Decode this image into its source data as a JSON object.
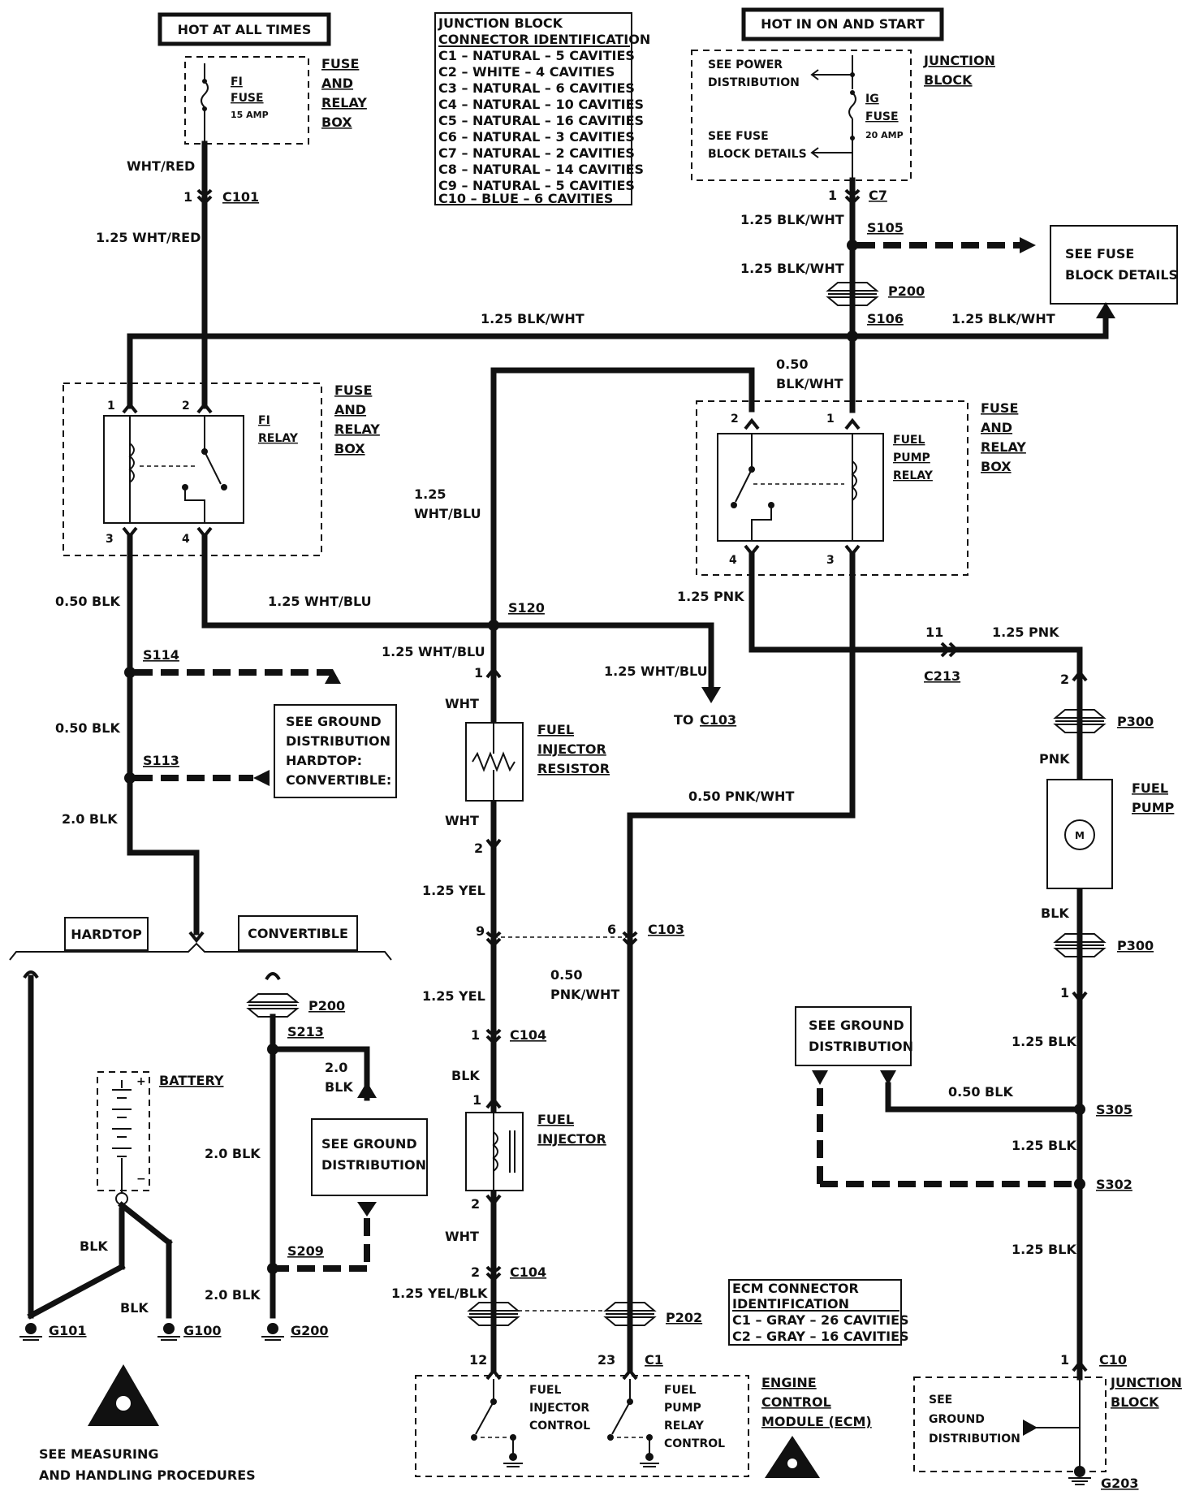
{
  "headers": {
    "hot_at_all_times": "HOT AT ALL TIMES",
    "hot_in_on_and_start": "HOT IN ON AND START"
  },
  "junction_block_id": {
    "title_1": "JUNCTION BLOCK",
    "title_2": "CONNECTOR IDENTIFICATION",
    "rows": [
      "C1 – NATURAL – 5 CAVITIES",
      "C2 – WHITE – 4 CAVITIES",
      "C3 – NATURAL – 6 CAVITIES",
      "C4 – NATURAL – 10 CAVITIES",
      "C5 – NATURAL – 16 CAVITIES",
      "C6 – NATURAL – 3 CAVITIES",
      "C7 – NATURAL – 2 CAVITIES",
      "C8 – NATURAL – 14 CAVITIES",
      "C9 – NATURAL – 5 CAVITIES",
      "C10 – BLUE – 6 CAVITIES"
    ]
  },
  "ecm_id": {
    "title_1": "ECM CONNECTOR",
    "title_2": "IDENTIFICATION",
    "rows": [
      "C1 – GRAY – 26 CAVITIES",
      "C2 – GRAY – 16 CAVITIES"
    ]
  },
  "f1_fuse": {
    "name_1": "FI",
    "name_2": "FUSE",
    "rating": "15 AMP"
  },
  "ig_fuse": {
    "name_1": "IG",
    "name_2": "FUSE",
    "rating": "20 AMP"
  },
  "boxes": {
    "fuse_relay_box_1": [
      "FUSE",
      "AND",
      "RELAY",
      "BOX"
    ],
    "fuse_relay_box_2": [
      "FUSE",
      "AND",
      "RELAY",
      "BOX"
    ],
    "fuse_relay_box_3": [
      "FUSE",
      "AND",
      "RELAY",
      "BOX"
    ],
    "junction_block_top": [
      "JUNCTION",
      "BLOCK"
    ],
    "junction_block_bottom": [
      "JUNCTION",
      "BLOCK"
    ],
    "ecm": [
      "ENGINE",
      "CONTROL",
      "MODULE (ECM)"
    ]
  },
  "jb_top": {
    "see_power_1": "SEE POWER",
    "see_power_2": "DISTRIBUTION",
    "see_fuse_1": "SEE FUSE",
    "see_fuse_2": "BLOCK DETAILS"
  },
  "f1_relay": {
    "name_1": "FI",
    "name_2": "RELAY"
  },
  "fuel_pump_relay": {
    "name_1": "FUEL",
    "name_2": "PUMP",
    "name_3": "RELAY"
  },
  "components": {
    "fuel_injector_resistor": [
      "FUEL",
      "INJECTOR",
      "RESISTOR"
    ],
    "fuel_injector": [
      "FUEL",
      "INJECTOR"
    ],
    "fuel_pump": [
      "FUEL",
      "PUMP"
    ],
    "motor_symbol": "M",
    "battery": "BATTERY"
  },
  "ecm_internals": {
    "injector_control": [
      "FUEL",
      "INJECTOR",
      "CONTROL"
    ],
    "pump_relay_control": [
      "FUEL",
      "PUMP",
      "RELAY",
      "CONTROL"
    ]
  },
  "callouts": {
    "see_fuse_block_details": [
      "SEE FUSE",
      "BLOCK DETAILS"
    ],
    "see_ground_dist_hardtop": [
      "SEE GROUND",
      "DISTRIBUTION",
      "HARDTOP:",
      "CONVERTIBLE:"
    ],
    "see_ground_dist_mid": [
      "SEE GROUND",
      "DISTRIBUTION"
    ],
    "see_ground_dist_right": [
      "SEE GROUND",
      "DISTRIBUTION"
    ],
    "see_ground_dist_jb": [
      "SEE",
      "GROUND",
      "DISTRIBUTION"
    ],
    "hardtop": "HARDTOP",
    "convertible": "CONVERTIBLE",
    "measuring_1": "SEE MEASURING",
    "measuring_2": "AND HANDLING PROCEDURES",
    "to_c103": "TO",
    "to_c103_ref": "C103"
  },
  "wires": {
    "wht_red": "WHT/RED",
    "w125_wht_red": "1.25 WHT/RED",
    "w125_blk_wht_a": "1.25 BLK/WHT",
    "w125_blk_wht_b": "1.25 BLK/WHT",
    "w125_blk_wht_main": "1.25 BLK/WHT",
    "w125_blk_wht_right": "1.25 BLK/WHT",
    "w050_a": "0.50",
    "w050_blk_wht": "BLK/WHT",
    "w125_a": "1.25",
    "w125_wht_blu_v": "WHT/BLU",
    "w050_blk_1": "0.50 BLK",
    "w050_blk_2": "0.50 BLK",
    "w20_blk_1": "2.0 BLK",
    "w125_wht_blu_h": "1.25 WHT/BLU",
    "w125_wht_blu_s": "1.25 WHT/BLU",
    "w125_wht_blu_t": "1.25 WHT/BLU",
    "w125_pnk_a": "1.25 PNK",
    "w125_pnk_b": "1.25 PNK",
    "wht_1": "WHT",
    "wht_2": "WHT",
    "wht_3": "WHT",
    "w125_yel_1": "1.25 YEL",
    "w125_yel_2": "1.25 YEL",
    "w050_b": "0.50",
    "w050_pnk_wht_v": "PNK/WHT",
    "w050_pnk_wht_h": "0.50 PNK/WHT",
    "blk_inj": "BLK",
    "w125_yel_blk": "1.25 YEL/BLK",
    "pnk": "PNK",
    "blk_pump": "BLK",
    "w125_blk_1": "1.25 BLK",
    "w050_blk_3": "0.50 BLK",
    "w125_blk_2": "1.25 BLK",
    "w125_blk_3": "1.25 BLK",
    "w20_blk_s213_a": "2.0",
    "w20_blk_s213_b": "BLK",
    "w20_blk_2": "2.0 BLK",
    "w20_blk_3": "2.0 BLK",
    "blk_bat_1": "BLK",
    "blk_bat_2": "BLK"
  },
  "connectors": {
    "c101": "C101",
    "c7": "C7",
    "c213": "C213",
    "c103": "C103",
    "c104a": "C104",
    "c104b": "C104",
    "c1": "C1",
    "c10": "C10",
    "p200a": "P200",
    "p200b": "P200",
    "p300a": "P300",
    "p300b": "P300",
    "p202": "P202"
  },
  "splices": {
    "s105": "S105",
    "s106": "S106",
    "s114": "S114",
    "s113": "S113",
    "s120": "S120",
    "s213": "S213",
    "s209": "S209",
    "s305": "S305",
    "s302": "S302"
  },
  "grounds": {
    "g101": "G101",
    "g100": "G100",
    "g200": "G200",
    "g203": "G203"
  },
  "pins": {
    "c101_pin": "1",
    "c7_pin": "1",
    "f1r_1": "1",
    "f1r_2": "2",
    "f1r_3": "3",
    "f1r_4": "4",
    "fpr_1": "1",
    "fpr_2": "2",
    "fpr_3": "3",
    "fpr_4": "4",
    "res_1": "1",
    "res_2": "2",
    "c103_9": "9",
    "c103_6": "6",
    "c104_1": "1",
    "inj_1": "1",
    "inj_2": "2",
    "c104_2": "2",
    "ecm_12": "12",
    "ecm_23": "23",
    "c213_11": "11",
    "p300_2": "2",
    "p300_1": "1",
    "c10_1": "1"
  }
}
